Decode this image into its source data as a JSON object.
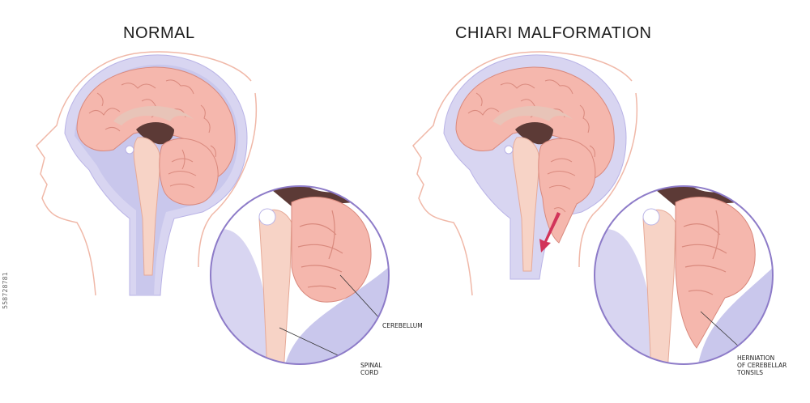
{
  "panels": {
    "normal": {
      "title": "NORMAL"
    },
    "chiari": {
      "title": "CHIARI MALFORMATION"
    }
  },
  "labels": {
    "cerebellum": "CEREBELLUM",
    "spinal_cord_line1": "SPINAL",
    "spinal_cord_line2": "CORD",
    "herniation_line1": "HERNIATION",
    "herniation_line2": "OF CEREBELLAR",
    "herniation_line3": "TONSILS"
  },
  "stock_id": "558728781",
  "colors": {
    "brain": "#f5b7ad",
    "brain_fold": "#d9897d",
    "csf": "#c9c7ec",
    "brainstem": "#f7d3c6",
    "ventricle": "#5c3a36",
    "outline": "#f0b8a8",
    "circle": "#8d7bc8",
    "arrow": "#d2345a"
  }
}
